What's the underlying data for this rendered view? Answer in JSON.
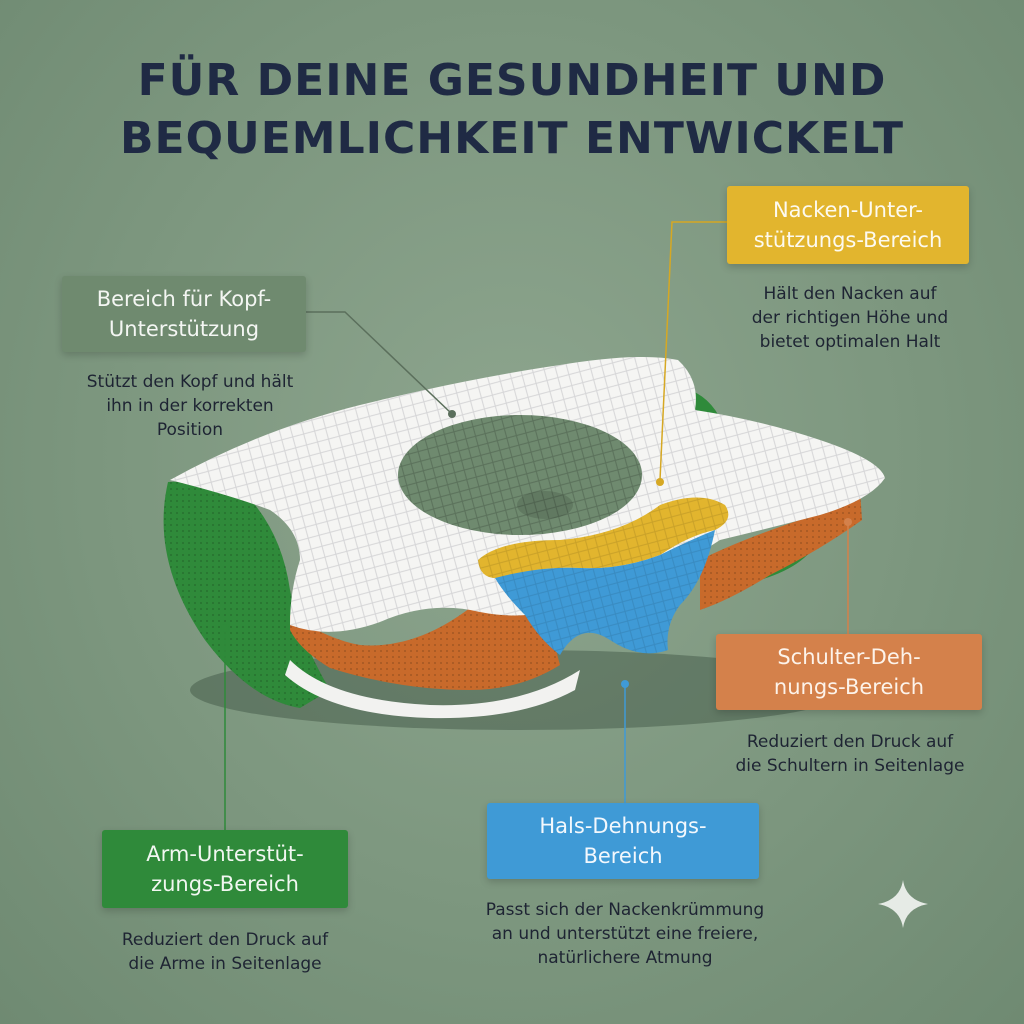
{
  "title": {
    "line1": "FÜR DEINE GESUNDHEIT UND",
    "line2": "BEQUEMLICHKEIT ENTWICKELT"
  },
  "colors": {
    "background": "#7d977f",
    "title": "#1f2a44",
    "head_zone": "#6f8a6f",
    "neck_zone": "#e2b52e",
    "shoulder_zone": "#d4814b",
    "throat_zone": "#3f9ad6",
    "arm_zone": "#2f8a3a"
  },
  "zones": {
    "head": {
      "label_line1": "Bereich für Kopf-",
      "label_line2": "Unterstützung",
      "desc_line1": "Stützt den Kopf und hält",
      "desc_line2": "ihn in der korrekten",
      "desc_line3": "Position"
    },
    "neck": {
      "label_line1": "Nacken-Unter-",
      "label_line2": "stützungs-Bereich",
      "desc_line1": "Hält den Nacken auf",
      "desc_line2": "der richtigen Höhe und",
      "desc_line3": "bietet optimalen Halt"
    },
    "shoulder": {
      "label_line1": "Schulter-Deh-",
      "label_line2": "nungs-Bereich",
      "desc_line1": "Reduziert den Druck auf",
      "desc_line2": "die Schultern in Seitenlage"
    },
    "throat": {
      "label_line1": "Hals-Dehnungs-",
      "label_line2": "Bereich",
      "desc_line1": "Passt sich der Nackenkrümmung",
      "desc_line2": "an und unterstützt eine freiere,",
      "desc_line3": "natürlichere Atmung"
    },
    "arm": {
      "label_line1": "Arm-Unterstüt-",
      "label_line2": "zungs-Bereich",
      "desc_line1": "Reduziert den Druck auf",
      "desc_line2": "die Arme in Seitenlage"
    }
  },
  "decor": {
    "sparkle_icon": "sparkle-icon"
  }
}
